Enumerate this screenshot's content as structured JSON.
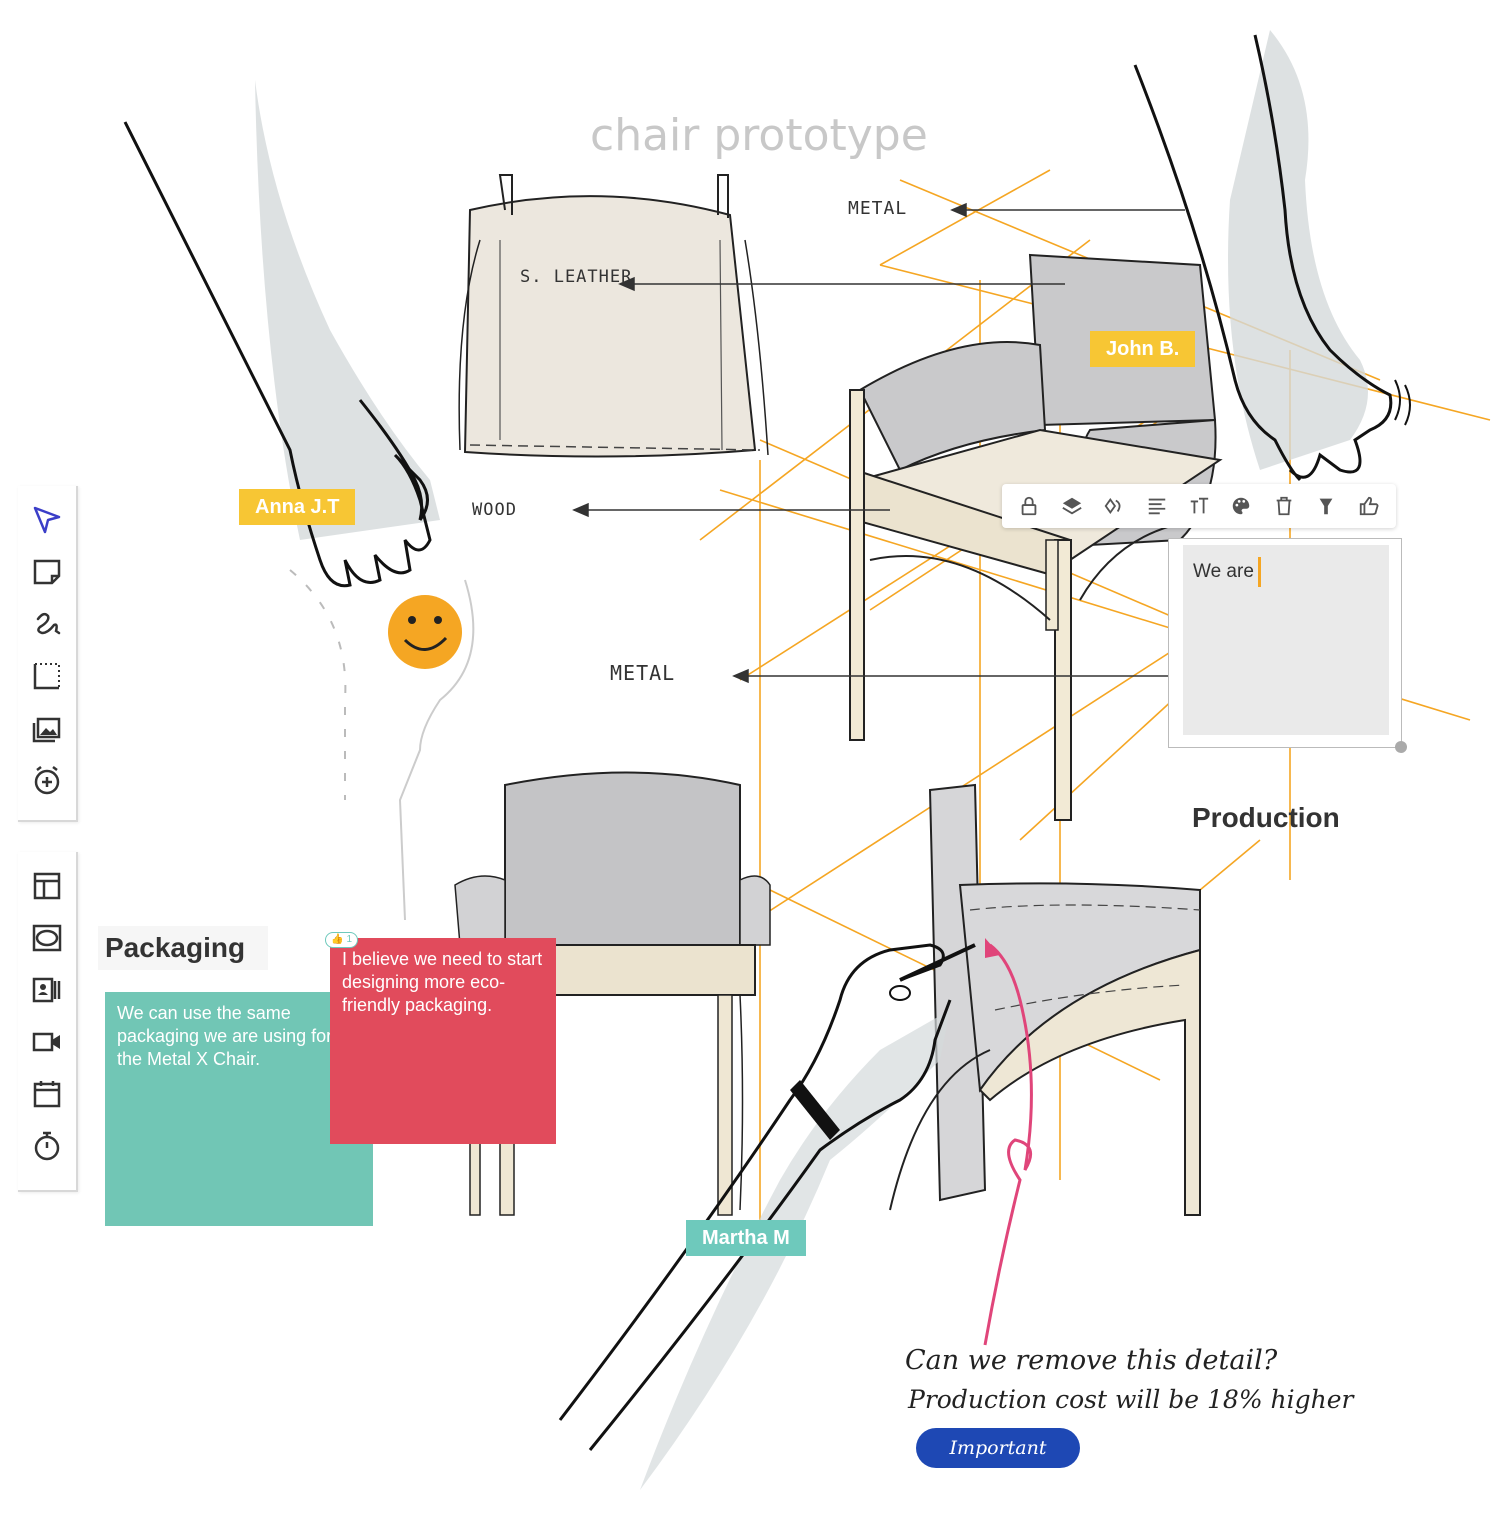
{
  "board": {
    "title": "chair prototype",
    "labels": {
      "metal_top": "METAL",
      "leather": "S. LEATHER",
      "wood": "WOOD",
      "metal_mid": "METAL"
    },
    "frames": {
      "packaging": "Packaging",
      "production": "Production"
    }
  },
  "collaborators": [
    {
      "name": "Anna J.T",
      "color": "#f7c634"
    },
    {
      "name": "John B.",
      "color": "#f7c634"
    },
    {
      "name": "Martha M",
      "color": "#6ec9bc"
    }
  ],
  "stickies": {
    "teal": {
      "text": "We can use the same packaging we are using for the Metal X Chair.",
      "color": "#71c6b5"
    },
    "red": {
      "text": "I believe we need to start designing more eco-friendly packaging.",
      "color": "#e14b5c",
      "likes": "1"
    }
  },
  "text_editor": {
    "value": "We are",
    "toolbar": [
      "lock-icon",
      "layers-icon",
      "rotate-icon",
      "align-icon",
      "font-size-icon",
      "palette-icon",
      "trash-icon",
      "spotlight-icon",
      "like-icon"
    ]
  },
  "annotation": {
    "line1": "Can we remove this detail?",
    "line2": "Production cost will be 18% higher",
    "badge": "Important",
    "badge_color": "#1e48b4",
    "arrow_color": "#e0457a"
  },
  "toolbar_top": [
    "select-icon",
    "sticky-note-icon",
    "pen-icon",
    "frame-icon",
    "images-icon",
    "add-timer-icon"
  ],
  "toolbar_bottom": [
    "template-icon",
    "shape-icon",
    "contact-card-icon",
    "video-icon",
    "calendar-icon",
    "stopwatch-icon"
  ],
  "colors": {
    "accent": "#f5a623",
    "sketch": "#222222",
    "select": "#3b3ec8"
  }
}
